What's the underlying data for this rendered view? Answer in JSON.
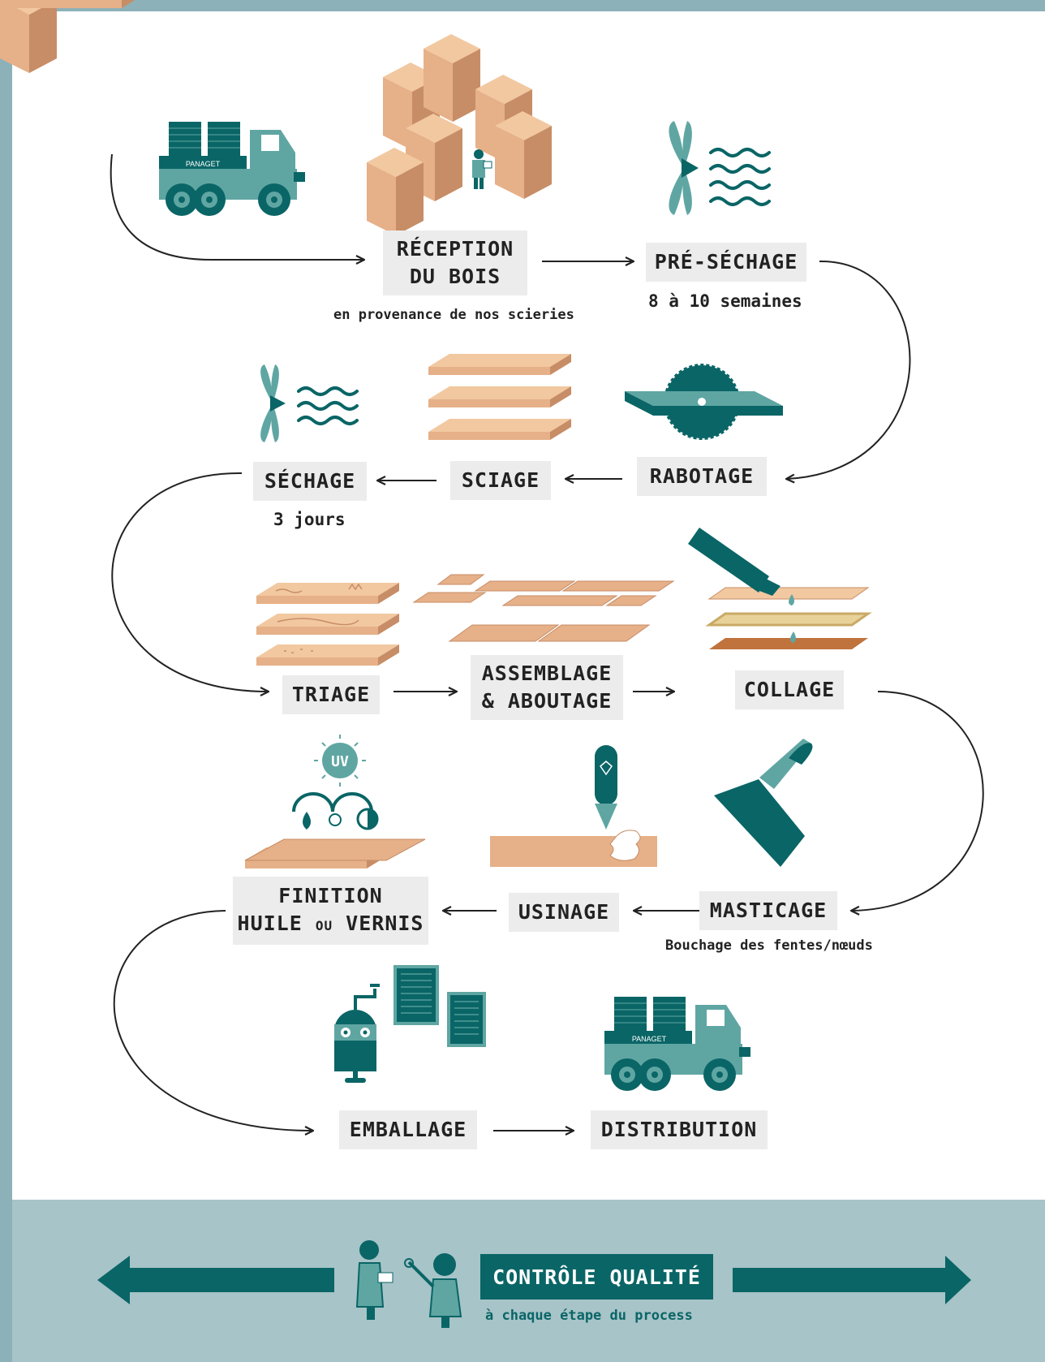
{
  "steps": {
    "reception": {
      "line1": "RÉCEPTION",
      "line2": "DU BOIS",
      "note": "en provenance de nos scieries"
    },
    "presechage": {
      "label": "PRÉ-SÉCHAGE",
      "note": "8 à 10 semaines"
    },
    "rabotage": {
      "label": "RABOTAGE"
    },
    "sciage": {
      "label": "SCIAGE"
    },
    "sechage": {
      "label": "SÉCHAGE",
      "note": "3 jours"
    },
    "triage": {
      "label": "TRIAGE"
    },
    "assemblage": {
      "line1": "ASSEMBLAGE",
      "line2": "& ABOUTAGE"
    },
    "collage": {
      "label": "COLLAGE"
    },
    "masticage": {
      "label": "MASTICAGE",
      "note": "Bouchage des fentes/nœuds"
    },
    "usinage": {
      "label": "USINAGE"
    },
    "finition": {
      "line1": "FINITION",
      "line2a": "HUILE",
      "line2b": "OU",
      "line2c": "VERNIS"
    },
    "emballage": {
      "label": "EMBALLAGE"
    },
    "distribution": {
      "label": "DISTRIBUTION"
    }
  },
  "truck_brand": "PANAGET",
  "uv_label": "UV",
  "quality": {
    "title": "CONTRÔLE QUALITÉ",
    "subtitle": "à chaque étape du process"
  },
  "colors": {
    "teal": "#0a6566",
    "teal_light": "#5fa6a3",
    "wood": "#e6b088",
    "wood_dark": "#c78d66",
    "panel": "#ececec",
    "background": "#8db1b8",
    "bottom_band": "#a7c4c8"
  }
}
